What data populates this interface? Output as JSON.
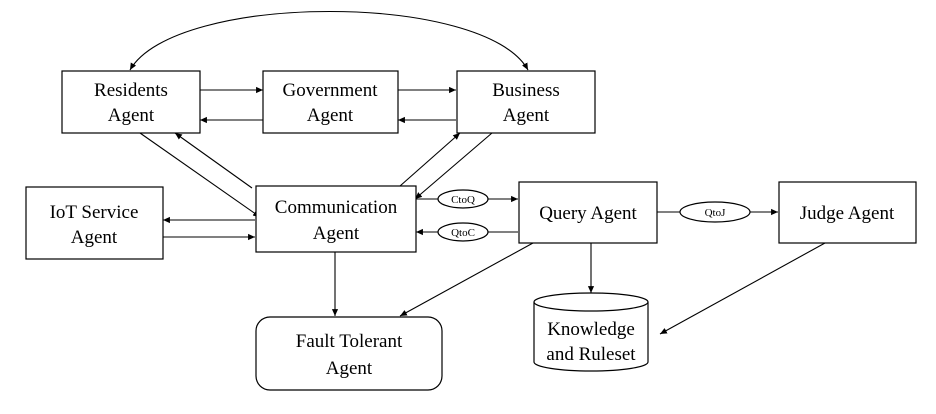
{
  "diagram": {
    "nodes": {
      "residents": {
        "line1": "Residents",
        "line2": "Agent"
      },
      "government": {
        "line1": "Government",
        "line2": "Agent"
      },
      "business": {
        "line1": "Business",
        "line2": "Agent"
      },
      "iot": {
        "line1": "IoT Service",
        "line2": "Agent"
      },
      "communication": {
        "line1": "Communication",
        "line2": "Agent"
      },
      "query": {
        "line1": "Query Agent"
      },
      "judge": {
        "line1": "Judge Agent"
      },
      "knowledge": {
        "line1": "Knowledge",
        "line2": "and Ruleset"
      },
      "fault": {
        "line1": "Fault Tolerant",
        "line2": "Agent"
      }
    },
    "messages": {
      "ctoq": "CtoQ",
      "qtoc": "QtoC",
      "qtoj": "QtoJ"
    }
  }
}
